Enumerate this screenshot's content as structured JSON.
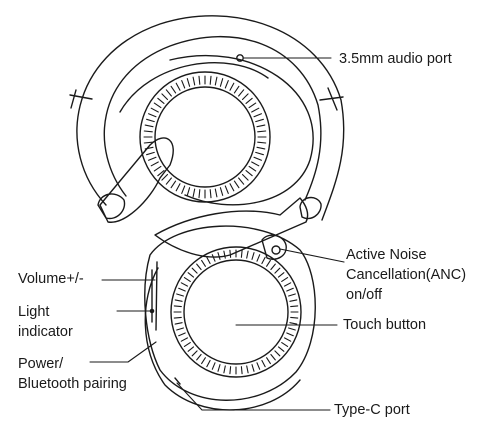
{
  "labels": {
    "audio_port": "3.5mm audio port",
    "anc_line1": "Active Noise",
    "anc_line2": "Cancellation(ANC)",
    "anc_line3": "on/off",
    "touch_button": "Touch button",
    "type_c": "Type-C port",
    "volume": "Volume+/-",
    "light_line1": "Light",
    "light_line2": "indicator",
    "power_line1": "Power/",
    "power_line2": "Bluetooth pairing"
  },
  "colors": {
    "stroke": "#1a1a1a",
    "text": "#1a1a1a",
    "background": "#ffffff"
  }
}
